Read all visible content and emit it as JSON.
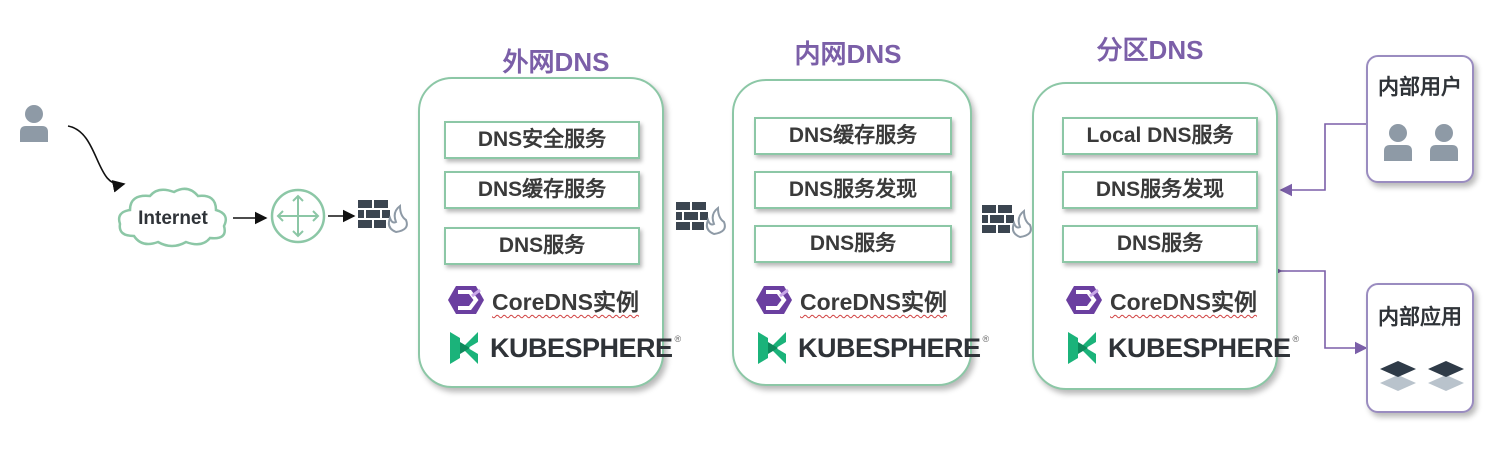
{
  "zones": [
    {
      "title": "外网DNS",
      "services": [
        "DNS安全服务",
        "DNS缓存服务",
        "DNS服务"
      ],
      "coredns": "CoreDNS实例",
      "kubesphere": "KUBESPHERE"
    },
    {
      "title": "内网DNS",
      "services": [
        "DNS缓存服务",
        "DNS服务发现",
        "DNS服务"
      ],
      "coredns": "CoreDNS实例",
      "kubesphere": "KUBESPHERE"
    },
    {
      "title": "分区DNS",
      "services": [
        "Local DNS服务",
        "DNS服务发现",
        "DNS服务"
      ],
      "coredns": "CoreDNS实例",
      "kubesphere": "KUBESPHERE"
    }
  ],
  "internet": {
    "label": "Internet"
  },
  "clients": {
    "users_title": "内部用户",
    "apps_title": "内部应用"
  },
  "icons": [
    "user-icon",
    "cloud-icon",
    "router-icon",
    "firewall-icon",
    "coredns-logo-icon",
    "kubesphere-logo-icon",
    "stack-layer-icon"
  ],
  "colors": {
    "accent_green": "#8cc7a6",
    "accent_purple": "#7b5fa8",
    "icon_gray": "#8e9aa6",
    "logo_green": "#1bb37a"
  }
}
